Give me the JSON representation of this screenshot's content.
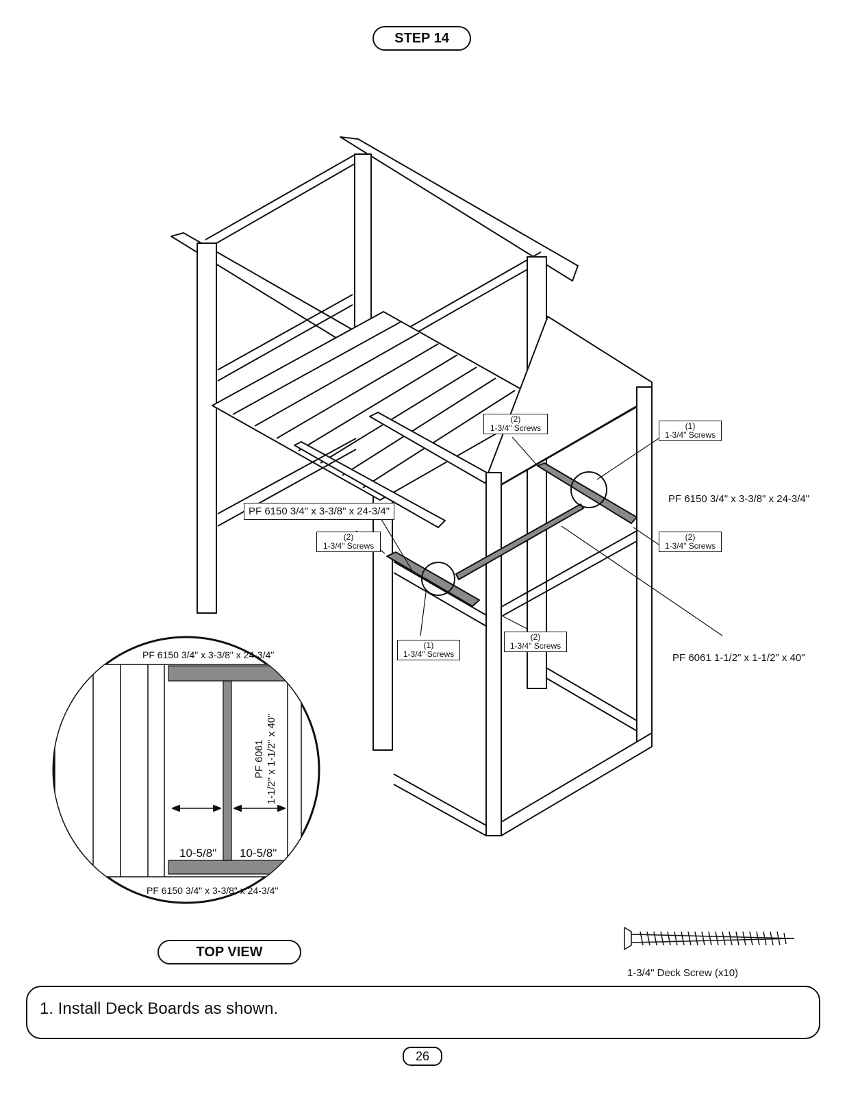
{
  "step": {
    "title": "STEP 14"
  },
  "callouts": {
    "screws_top_center": {
      "qty": "(2)",
      "desc": "1-3/4\" Screws"
    },
    "screws_right_top": {
      "qty": "(1)",
      "desc": "1-3/4\" Screws"
    },
    "screws_left_mid": {
      "qty": "(2)",
      "desc": "1-3/4\" Screws"
    },
    "screws_right_mid": {
      "qty": "(2)",
      "desc": "1-3/4\" Screws"
    },
    "screws_bottom_center": {
      "qty": "(2)",
      "desc": "1-3/4\" Screws"
    },
    "screws_bottom_left": {
      "qty": "(1)",
      "desc": "1-3/4\" Screws"
    }
  },
  "parts": {
    "pf6150_boxed": "PF 6150 3/4\" x 3-3/8\" x 24-3/4\"",
    "pf6150_right": "PF 6150 3/4\" x 3-3/8\" x 24-3/4\"",
    "pf6061_right": "PF 6061 1-1/2\" x 1-1/2\" x 40\""
  },
  "top_view": {
    "title": "TOP VIEW",
    "top_label": "PF 6150 3/4\" x 3-3/8\" x 24-3/4\"",
    "bottom_label": "PF 6150 3/4\" x 3-3/8\" x 24-3/4\"",
    "vertical_label_line1": "PF 6061",
    "vertical_label_line2": "1-1/2\" x 1-1/2\" x 40\"",
    "dim_left": "10-5/8\"",
    "dim_right": "10-5/8\""
  },
  "hardware": {
    "caption": "1-3/4\" Deck Screw (x10)"
  },
  "instructions": {
    "line1": "1. Install Deck Boards as shown."
  },
  "page": {
    "number": "26"
  }
}
